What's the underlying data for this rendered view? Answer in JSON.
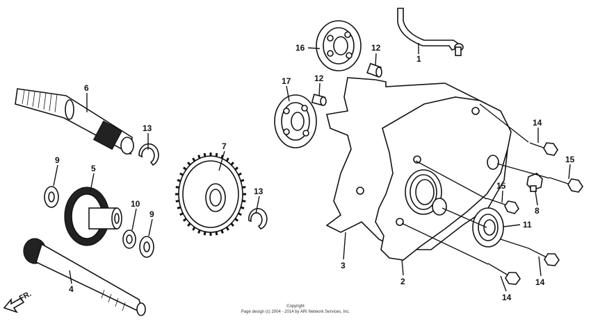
{
  "labels": {
    "p1": "1",
    "p2": "2",
    "p3": "3",
    "p4": "4",
    "p5": "5",
    "p6": "6",
    "p7": "7",
    "p8": "8",
    "p9a": "9",
    "p9b": "9",
    "p10": "10",
    "p11": "11",
    "p12a": "12",
    "p12b": "12",
    "p13a": "13",
    "p13b": "13",
    "p14a": "14",
    "p14b": "14",
    "p14c": "14",
    "p15a": "15",
    "p15b": "15",
    "p16": "16",
    "p17": "17"
  },
  "direction": "FR.",
  "footer": {
    "line1": "Copyright",
    "line2": "Page design (c) 2004 - 2014 by ARI Network Services, Inc."
  }
}
